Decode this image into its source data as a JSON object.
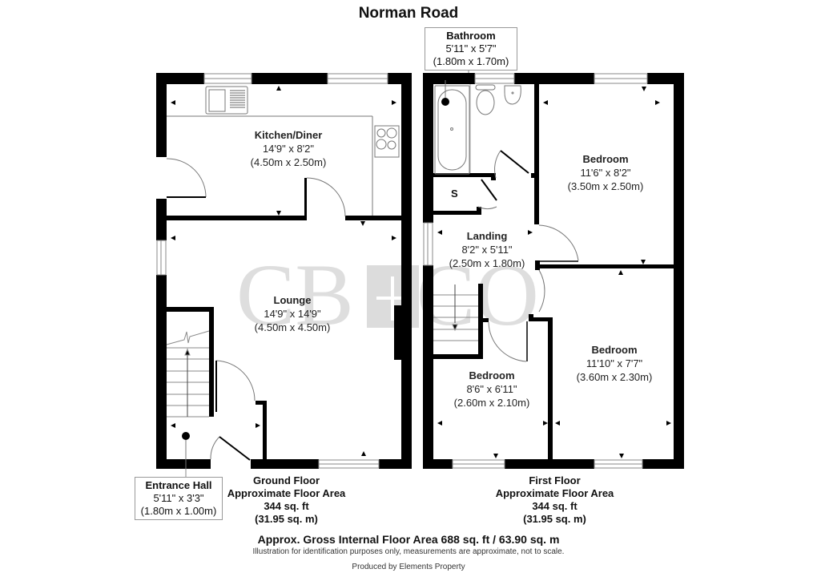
{
  "title": "Norman Road",
  "watermark": {
    "text_left": "CB",
    "text_right": "CO",
    "plus": "+",
    "color": "#d9d9d9"
  },
  "rooms": {
    "kitchen": {
      "name": "Kitchen/Diner",
      "imperial": "14'9\" x 8'2\"",
      "metric": "(4.50m x 2.50m)"
    },
    "lounge": {
      "name": "Lounge",
      "imperial": "14'9\" x 14'9\"",
      "metric": "(4.50m x 4.50m)"
    },
    "entrance_hall": {
      "name": "Entrance Hall",
      "imperial": "5'11\" x 3'3\"",
      "metric": "(1.80m x 1.00m)"
    },
    "bathroom": {
      "name": "Bathroom",
      "imperial": "5'11\" x 5'7\"",
      "metric": "(1.80m x 1.70m)"
    },
    "landing": {
      "name": "Landing",
      "imperial": "8'2\" x 5'11\"",
      "metric": "(2.50m x 1.80m)"
    },
    "bedroom1": {
      "name": "Bedroom",
      "imperial": "11'6\" x 8'2\"",
      "metric": "(3.50m x 2.50m)"
    },
    "bedroom2": {
      "name": "Bedroom",
      "imperial": "11'10\" x 7'7\"",
      "metric": "(3.60m x 2.30m)"
    },
    "bedroom3": {
      "name": "Bedroom",
      "imperial": "8'6\" x 6'11\"",
      "metric": "(2.60m x 2.10m)"
    },
    "storage": {
      "name": "S"
    }
  },
  "floors": {
    "ground": {
      "name": "Ground Floor",
      "caption": "Approximate Floor Area",
      "sqft": "344 sq. ft",
      "sqm": "(31.95 sq. m)"
    },
    "first": {
      "name": "First Floor",
      "caption": "Approximate Floor Area",
      "sqft": "344 sq. ft",
      "sqm": "(31.95 sq. m)"
    }
  },
  "gross_area": "Approx. Gross Internal Floor Area 688 sq. ft / 63.90 sq. m",
  "disclaimer": "Illustration for identification purposes only, measurements are approximate, not to scale.",
  "produced_by": "Produced by Elements Property"
}
